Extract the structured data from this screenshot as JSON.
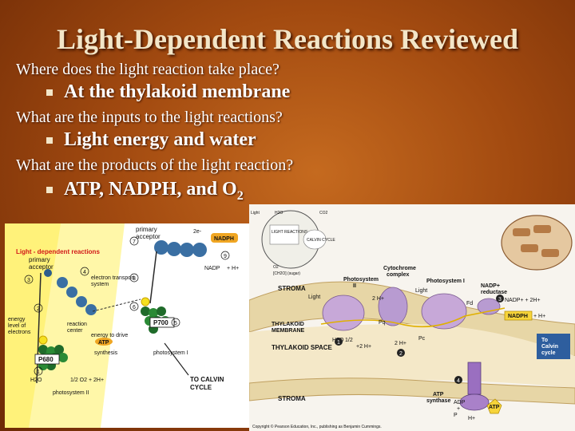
{
  "slide": {
    "title": "Light-Dependent Reactions Reviewed",
    "qa": [
      {
        "question": "Where does the light reaction take place?",
        "answer": "At the thylakoid membrane"
      },
      {
        "question": "What are the inputs to the light reactions?",
        "answer": "Light energy and water"
      },
      {
        "question": "What are the products of the light reaction?",
        "answer_prefix": "ATP, NADPH, and O",
        "answer_sub": "2"
      }
    ]
  },
  "left_diagram": {
    "heading": "Light - dependent reactions",
    "labels": {
      "primary_acceptor_top": "primary",
      "primary_acceptor_top2": "acceptor",
      "primary_acceptor_left": "primary",
      "primary_acceptor_left2": "acceptor",
      "etc1": "electron transport",
      "etc2": "system",
      "energy1": "energy",
      "energy2": "level of",
      "energy3": "electrons",
      "reaction1": "reaction",
      "reaction2": "center",
      "drive": "energy to drive",
      "atp": "ATP",
      "synthesis": "synthesis",
      "ps1": "photosystem I",
      "ps2": "photosystem II",
      "p700": "P700",
      "p680": "P680",
      "nadph": "NADPH",
      "nadp": "NADP",
      "h_plus": "+ H+",
      "two_e": "2e-",
      "water": "H2O",
      "oxygen": "1/2 O2 + 2H+",
      "calvin1": "TO CALVIN",
      "calvin2": "CYCLE",
      "n1": "1",
      "n2": "2",
      "n3": "3",
      "n4": "4",
      "n5": "5",
      "n6": "6",
      "n7": "7",
      "n8": "8",
      "n9": "9"
    }
  },
  "right_diagram": {
    "labels": {
      "stroma_top": "STROMA",
      "stroma_bottom": "STROMA",
      "light1": "Light",
      "light2": "Light",
      "ps2": "Photosystem",
      "ps2b": "II",
      "ps1": "Photosystem I",
      "cyto1": "Cytochrome",
      "cyto2": "complex",
      "nadp_red1": "NADP+",
      "nadp_red2": "reductase",
      "nadp_plus": "NADP+ + 2H+",
      "nadph": "NADPH",
      "h_plus": "+ H+",
      "to_calvin1": "To",
      "to_calvin2": "Calvin",
      "to_calvin3": "cycle",
      "thyl_mem1": "THYLAKOID",
      "thyl_mem2": "MEMBRANE",
      "thyl_space": "THYLAKOID SPACE",
      "two_h_a": "2 H+",
      "two_h_b": "2 H+",
      "two_h_c": "+2 H+",
      "water": "H2O",
      "half_o2": "1/2",
      "pq": "Pq",
      "pc": "Pc",
      "fd": "Fd",
      "atp_syn1": "ATP",
      "atp_syn2": "synthase",
      "adp": "ADP",
      "plus": "+",
      "pi": "P",
      "atp": "ATP",
      "h_bottom": "H+",
      "calvin_inset": "CALVIN CYCLE",
      "ch2o": "[CH2O] (sugar)",
      "light_reactions": "LIGHT REACTIONS",
      "h2o": "H2O",
      "co2": "CO2",
      "o2": "O2",
      "light_small": "Light",
      "copyright": "Copyright © Pearson Education, Inc., publishing as Benjamin Cummings.",
      "c1": "1",
      "c2": "2",
      "c3": "3",
      "c4": "4"
    }
  }
}
